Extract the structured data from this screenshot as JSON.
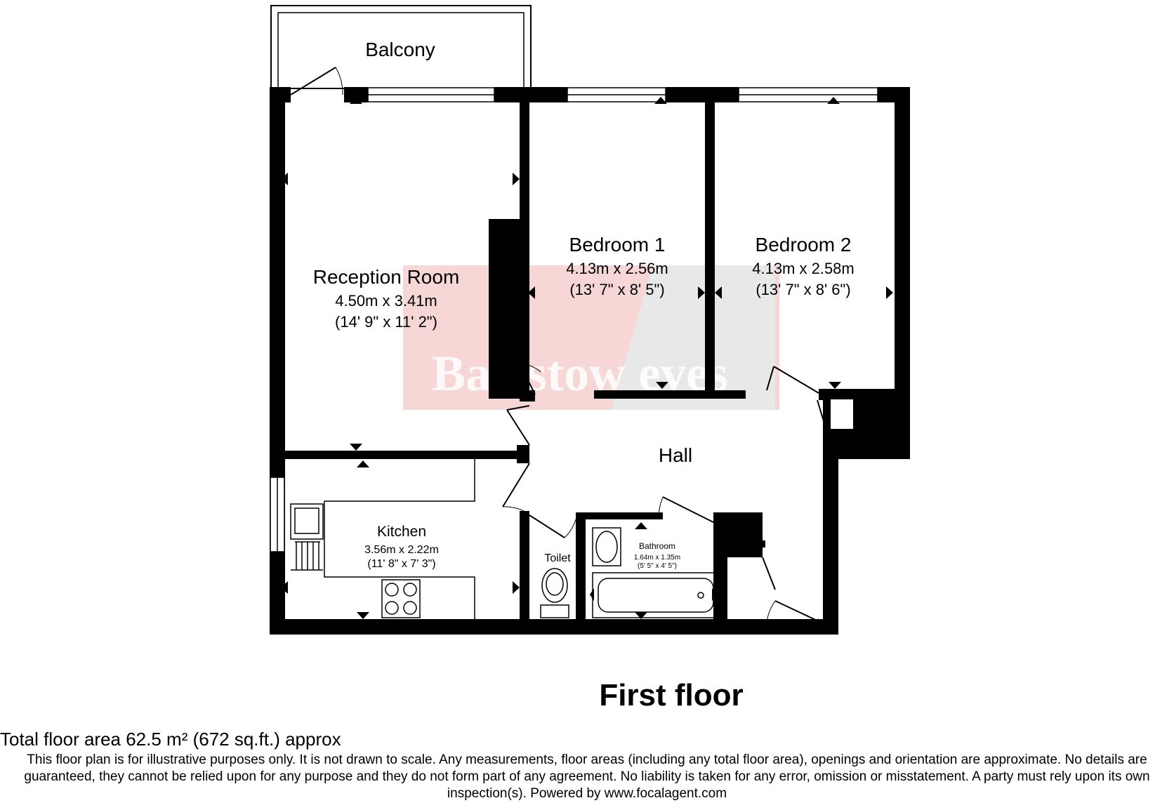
{
  "rooms": {
    "balcony": {
      "name": "Balcony"
    },
    "reception": {
      "name": "Reception Room",
      "metric": "4.50m x 3.41m",
      "imperial": "(14' 9\" x 11' 2\")"
    },
    "bedroom1": {
      "name": "Bedroom 1",
      "metric": "4.13m x 2.56m",
      "imperial": "(13' 7\" x 8' 5\")"
    },
    "bedroom2": {
      "name": "Bedroom 2",
      "metric": "4.13m x 2.58m",
      "imperial": "(13' 7\" x 8' 6\")"
    },
    "hall": {
      "name": "Hall"
    },
    "kitchen": {
      "name": "Kitchen",
      "metric": "3.56m x 2.22m",
      "imperial": "(11' 8\" x 7' 3\")"
    },
    "toilet": {
      "name": "Toilet"
    },
    "bathroom": {
      "name": "Bathroom",
      "metric": "1.64m x 1.35m",
      "imperial": "(5' 5\" x 4' 5\")"
    }
  },
  "watermark": {
    "text": "Bairstow eves"
  },
  "floor_title": "First floor",
  "total_area": "Total floor area 62.5 m² (672 sq.ft.) approx",
  "disclaimer": "This floor plan is for illustrative purposes only. It is not drawn to scale. Any measurements, floor areas (including any total floor area), openings and orientation are approximate. No details are guaranteed, they cannot be relied upon for any purpose and they do not form part of any agreement. No liability is taken for any error, omission or misstatement. A party must rely upon its own inspection(s). Powered by www.focalagent.com",
  "colors": {
    "wall": "#000000",
    "watermark_red": "#f2c9c9",
    "watermark_grey": "#e6e6e6"
  }
}
